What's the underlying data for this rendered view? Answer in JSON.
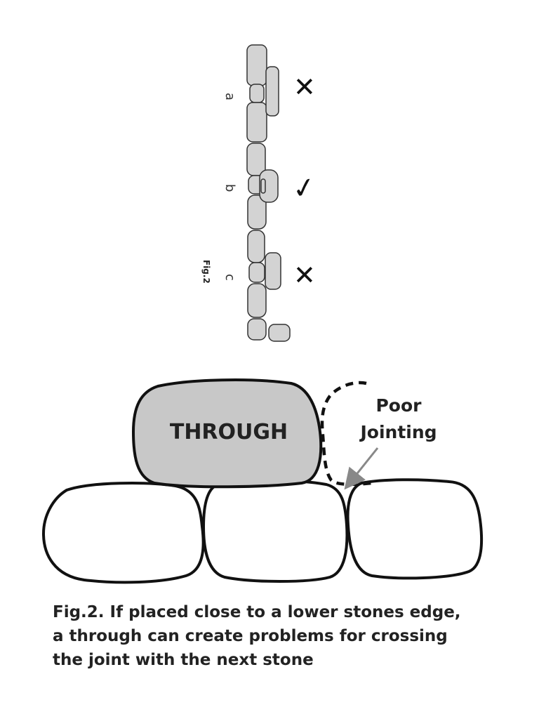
{
  "top_figure": {
    "fig_label": "Fig.2",
    "labels": {
      "a": "a",
      "b": "b",
      "c": "c"
    },
    "marks": {
      "a": "✕",
      "b": "✓",
      "c": "✕"
    }
  },
  "bottom_figure": {
    "through_label": "THROUGH",
    "poor_jointing_line1": "Poor",
    "poor_jointing_line2": "Jointing"
  },
  "caption": {
    "line1": "Fig.2. If placed close to a lower stones edge,",
    "line2": "a through can create problems for crossing",
    "line3": "the joint with the next stone"
  },
  "colors": {
    "stone_fill": "#c8c8c8",
    "outline": "#111111",
    "arrow": "#888888"
  }
}
